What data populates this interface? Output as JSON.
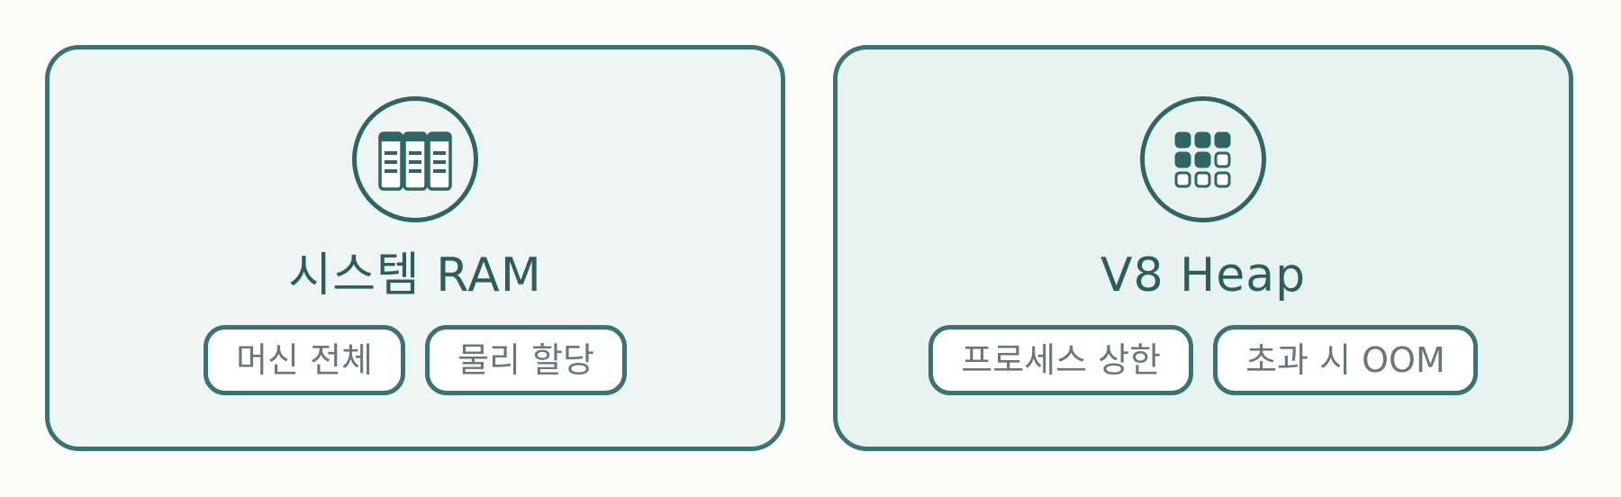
{
  "cards": [
    {
      "icon": "memory-sticks-icon",
      "title": "시스템 RAM",
      "chips": [
        "머신 전체",
        "물리 할당"
      ]
    },
    {
      "icon": "heap-grid-icon",
      "title": "V8 Heap",
      "chips": [
        "프로세스 상한",
        "초과 시 OOM"
      ]
    }
  ],
  "colors": {
    "border": "#3a7471",
    "title": "#2c5f5c",
    "chip_text": "#6a7776",
    "card_left_bg": "#eef5f3",
    "card_right_bg": "#e8f3f0",
    "page_bg": "#fbfbfa"
  }
}
